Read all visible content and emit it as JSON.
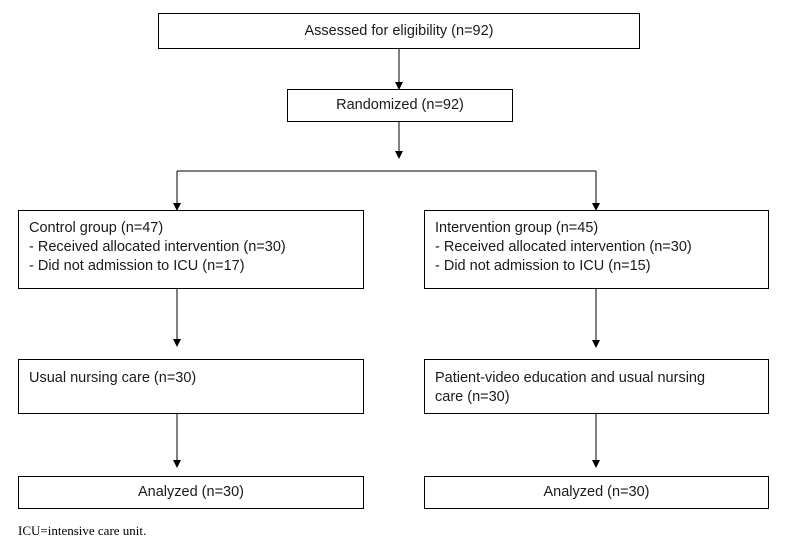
{
  "flowchart": {
    "assessed": "Assessed for eligibility (n=92)",
    "randomized": "Randomized (n=92)",
    "control": {
      "title": "Control group (n=47)",
      "received": "- Received allocated intervention (n=30)",
      "not_admitted": "- Did not admission to ICU (n=17)",
      "care": "Usual nursing care (n=30)",
      "analyzed": "Analyzed (n=30)"
    },
    "intervention": {
      "title": "Intervention group (n=45)",
      "received": "- Received allocated intervention (n=30)",
      "not_admitted": "- Did not admission to ICU (n=15)",
      "care_line1": "Patient-video education and usual nursing",
      "care_line2": "care (n=30)",
      "analyzed": "Analyzed (n=30)"
    }
  },
  "footnote": "ICU=intensive care unit."
}
